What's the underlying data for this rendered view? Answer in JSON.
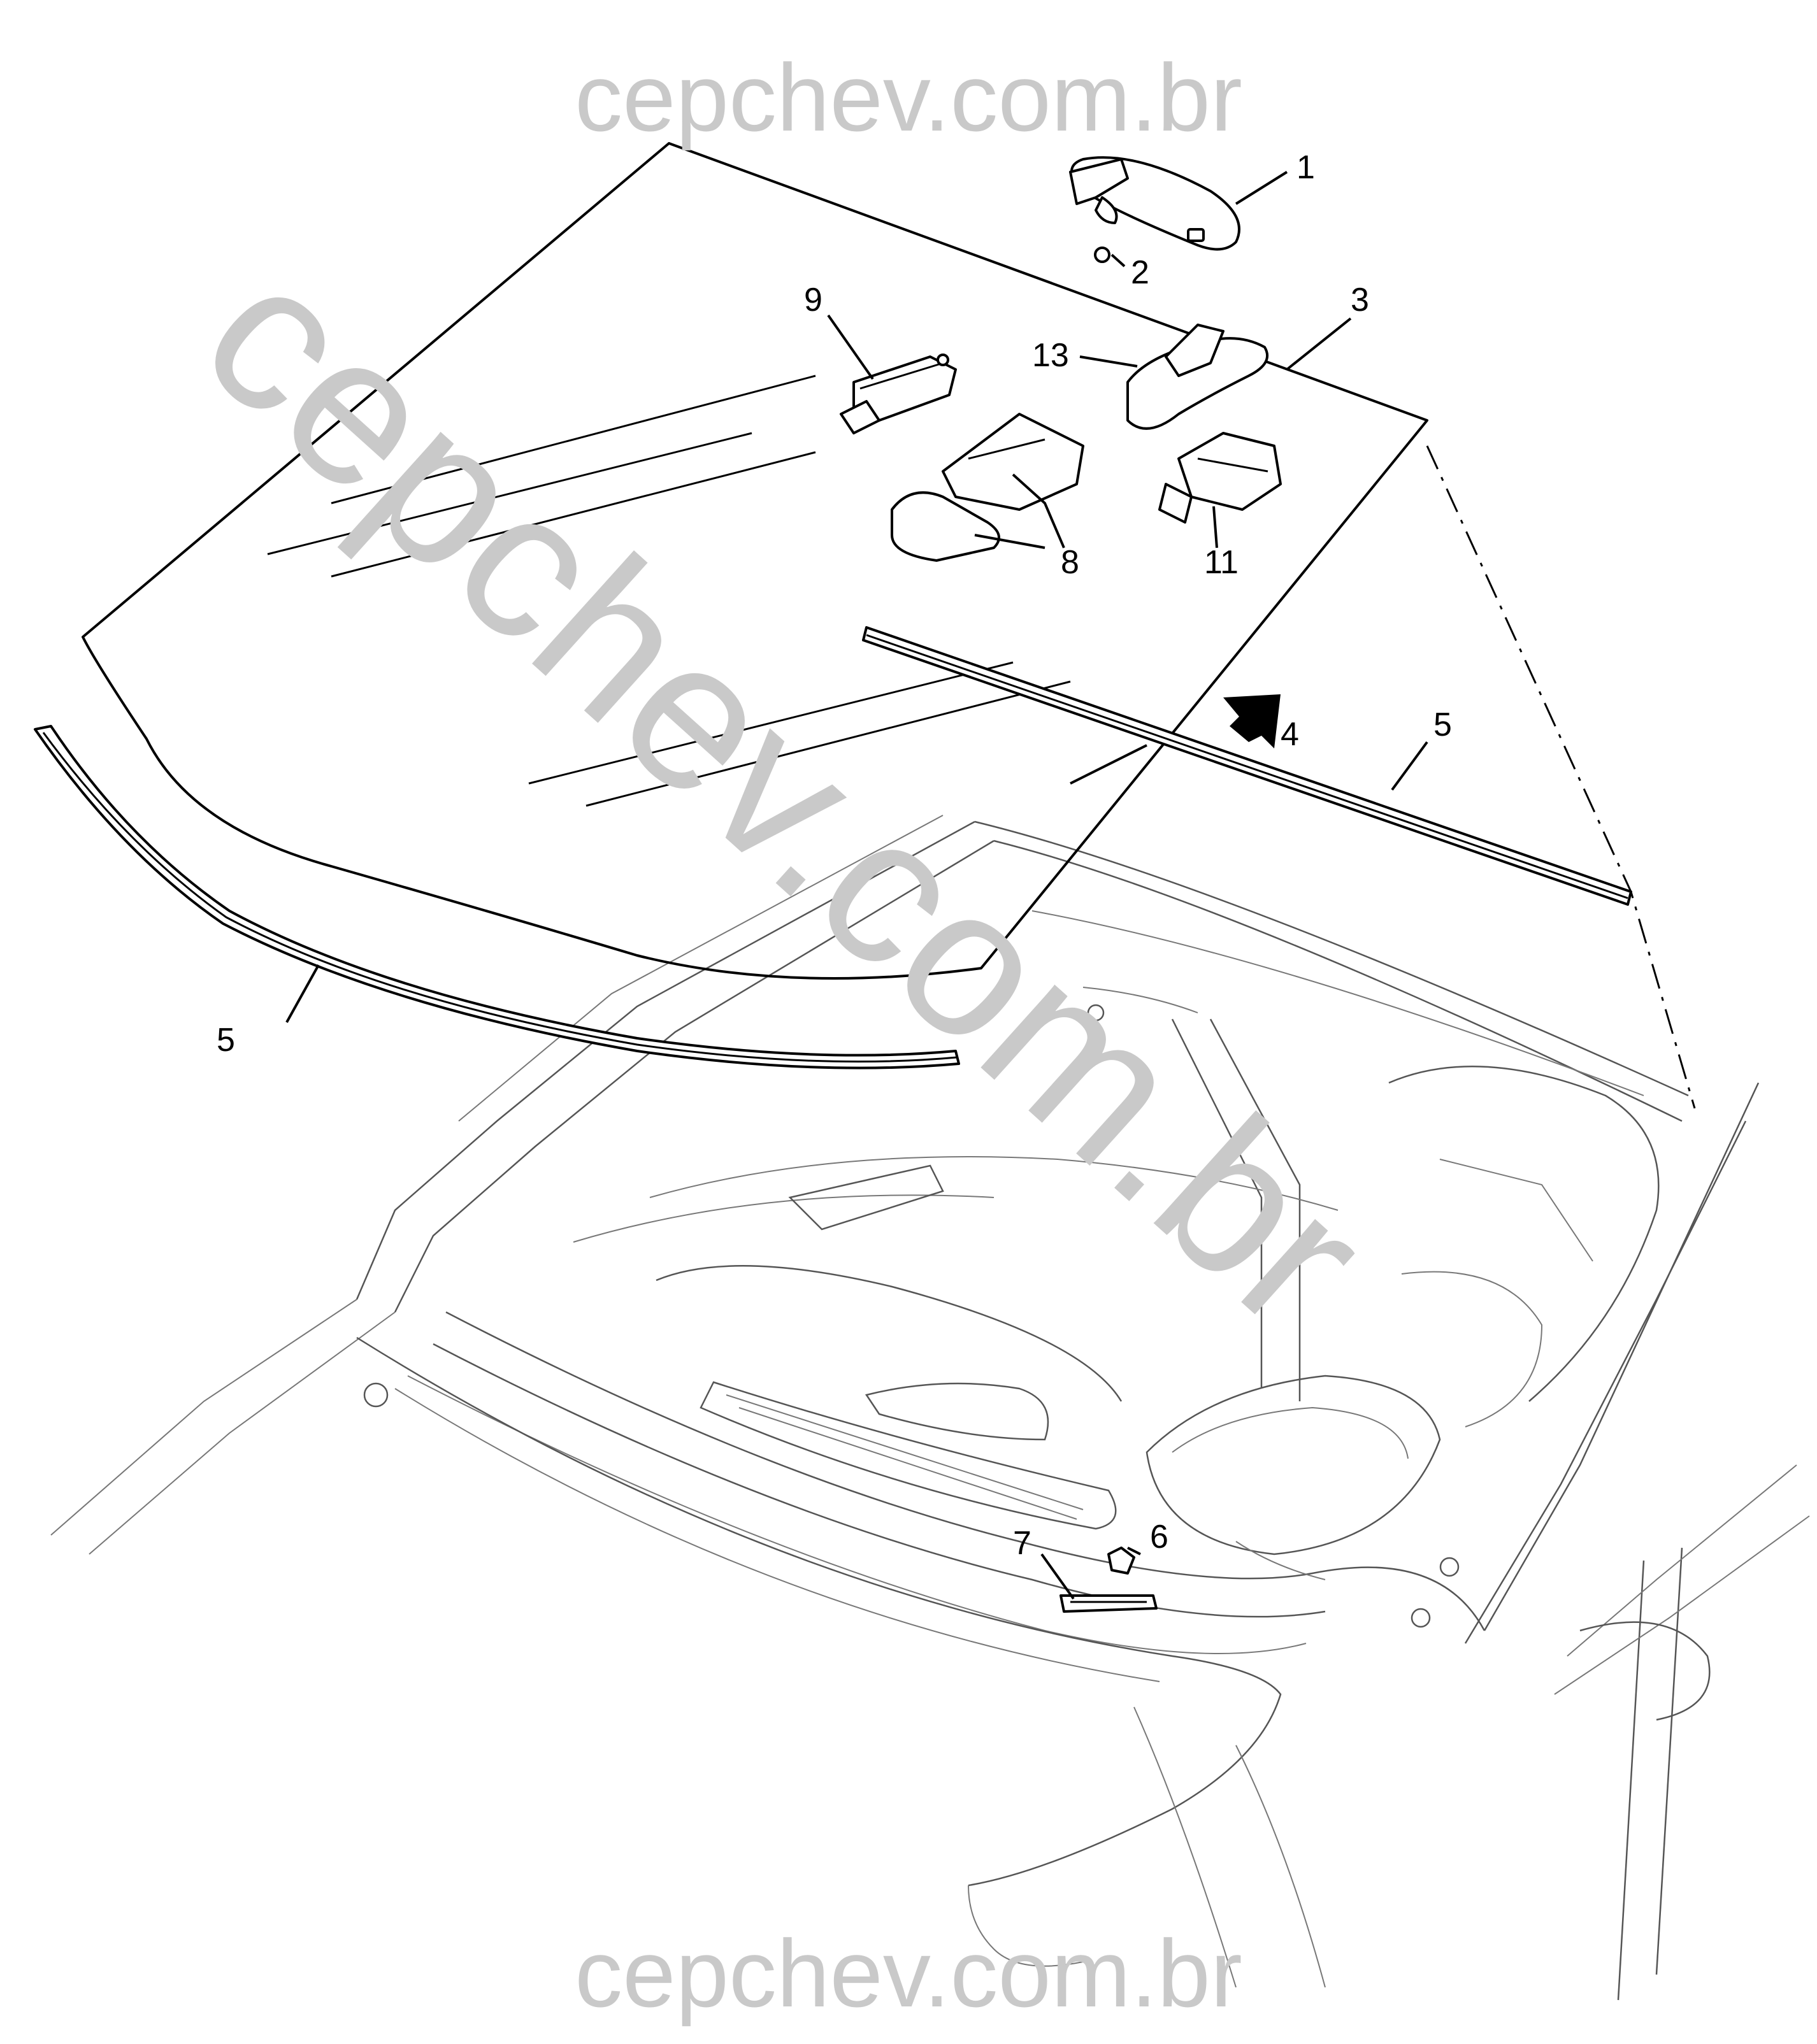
{
  "watermark": {
    "top": "cepchev.com.br",
    "diagonal": "cepchev.com.br",
    "bottom": "cepchev.com.br",
    "color": "#c9c9c9"
  },
  "callouts": {
    "c1": "1",
    "c2": "2",
    "c3": "3",
    "c4": "4",
    "c5_right": "5",
    "c5_left": "5",
    "c6": "6",
    "c7": "7",
    "c8": "8",
    "c9": "9",
    "c11": "11",
    "c13": "13"
  },
  "colors": {
    "line": "#000000",
    "background_drawing": "#555555",
    "watermark": "#c9c9c9"
  }
}
